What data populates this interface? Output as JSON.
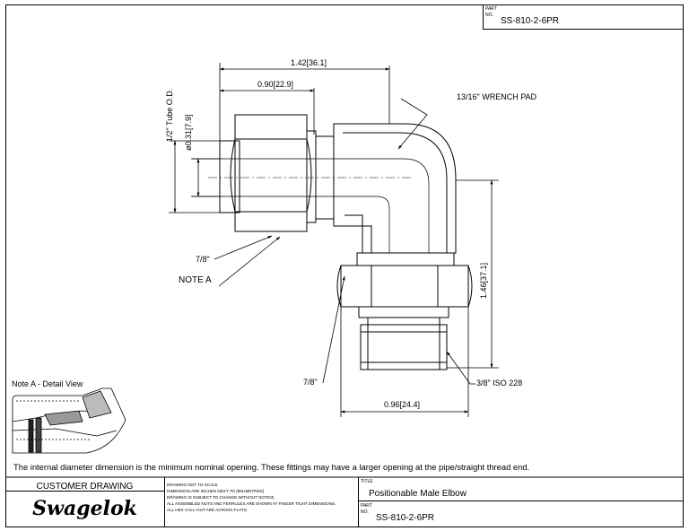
{
  "top_part": {
    "caption": "PART",
    "no_caption": "NO.",
    "number": "SS-810-2-6PR"
  },
  "dimensions": {
    "overall_length": "1.42[36.1]",
    "tube_end_length": "0.90[22.9]",
    "tube_od": "1/2\" Tube O.D.",
    "bore": "ø0.31[7.9]",
    "wrench_pad": "13/16\" WRENCH PAD",
    "height": "1.46[37.1]",
    "nut_hex": "7/8\"",
    "note_a": "NOTE A",
    "body_hex": "7/8\"",
    "thread": "3/8\" ISO 228",
    "bottom_width": "0.96[24.4]"
  },
  "detail_title": "Note A - Detail View",
  "note_text": "The internal diameter dimension is the minimum nominal opening. These fittings may have a larger opening at the pipe/straight thread end.",
  "title_block": {
    "customer_drawing": "CUSTOMER DRAWING",
    "logo": "Swagelok",
    "notes": [
      "DRAWING NOT TO SCALE",
      "DIMENSION ARE INCHES NEXT TO [MILIMETRES]",
      "DRAWING IS SUBJECT TO CHANGE WITHOUT NOTICE.",
      "ALL ASSEMBLED NUTS AND FERRULES ARE SHOWN AT FINGER TIGHT DIMENSIONS.",
      "ALL HEX CALL-OUT ARE ACROSS FLATS."
    ],
    "title_caption": "TITLE",
    "title": "Positionable Male Elbow",
    "part_caption": "PART",
    "no_caption": "NO.",
    "part_number": "SS-810-2-6PR"
  }
}
